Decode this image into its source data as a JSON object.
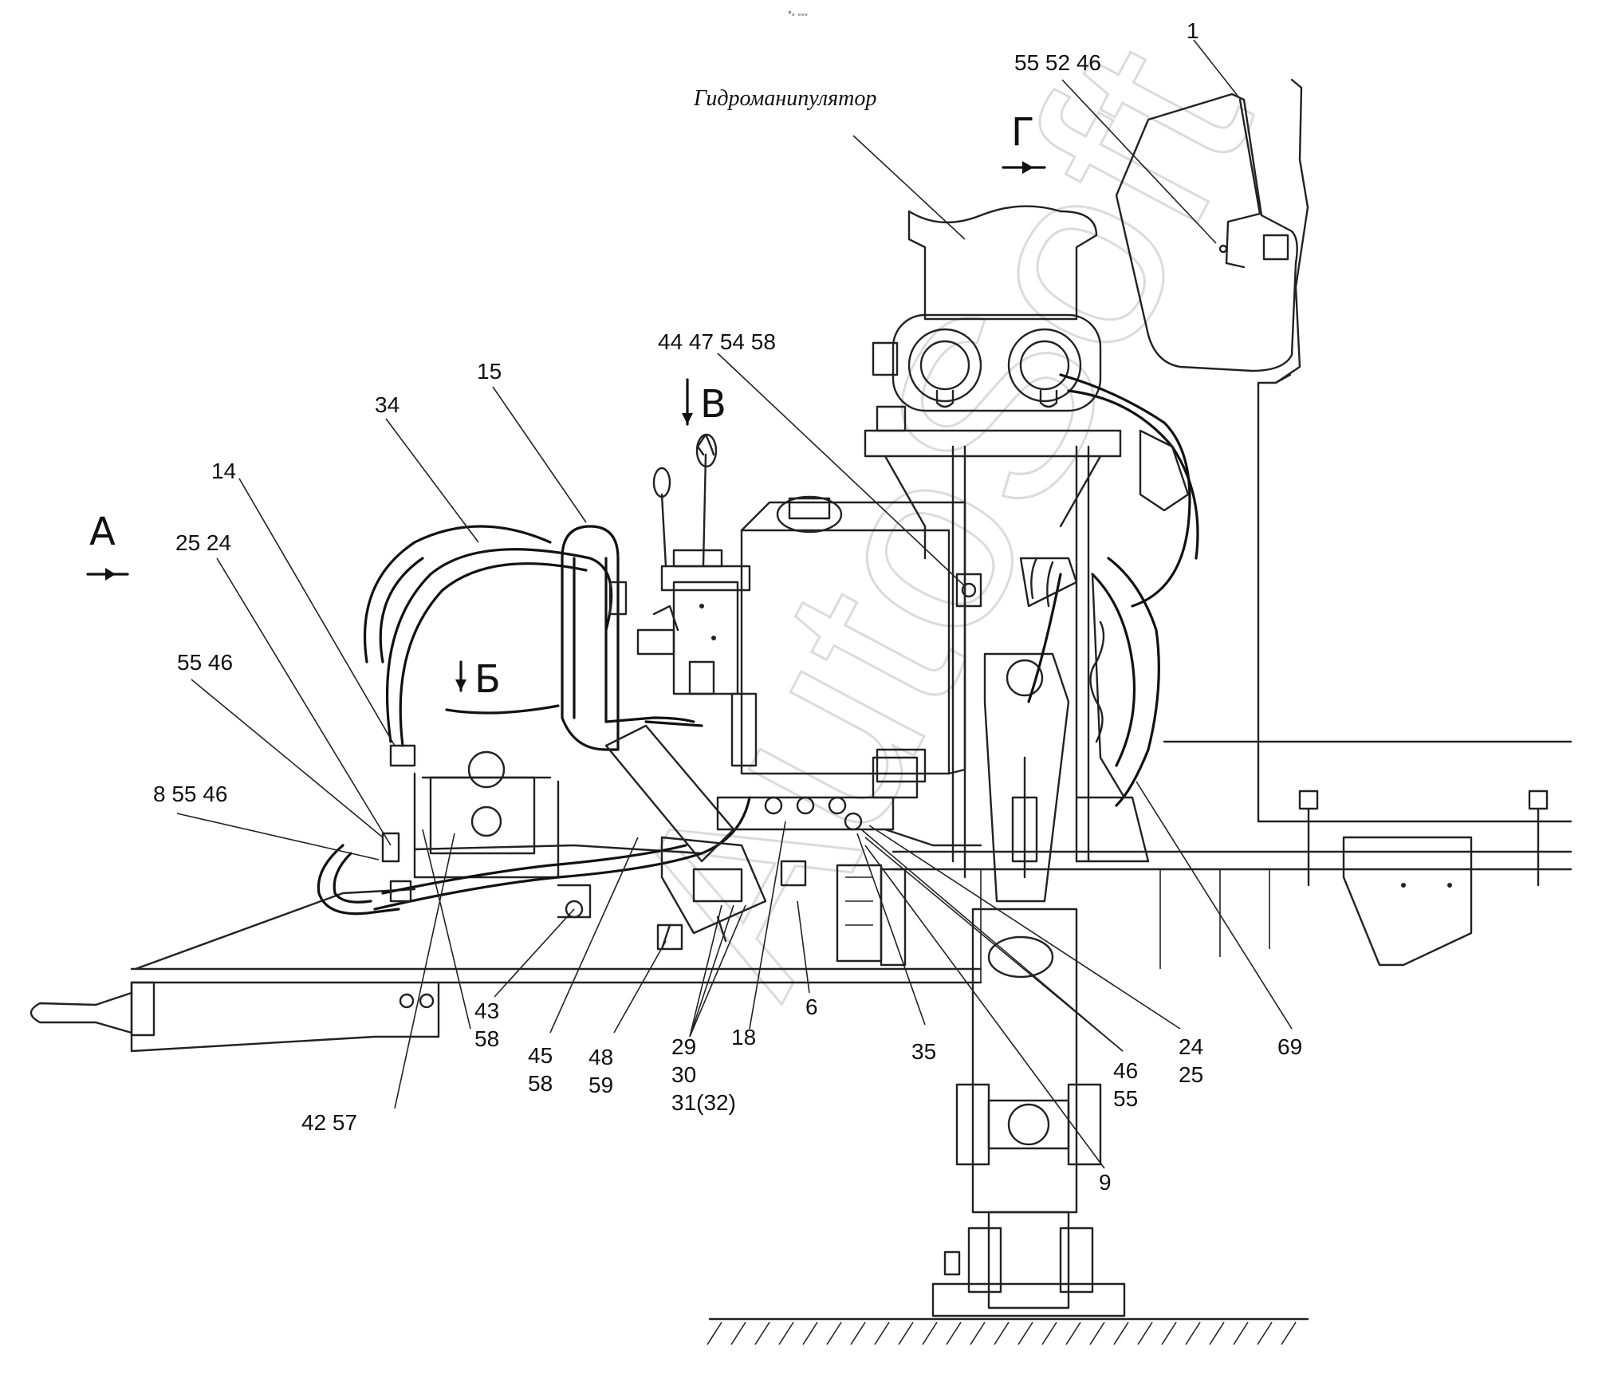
{
  "title": "Гидроманипулятор",
  "views": {
    "a": "А",
    "b": "Б",
    "v": "В",
    "g": "Г"
  },
  "watermark": "AutoSoft",
  "top_mark": "°◦ ◦◦◦",
  "labels": {
    "l1": "1",
    "l55_52_46": "55  52  46",
    "l44_47_54_58": "44 47  54 58",
    "l15": "15",
    "l34": "34",
    "l14": "14",
    "l25_24": "25  24",
    "l55_46": "55  46",
    "l8_55_46": "8  55  46",
    "l43": "43",
    "l58a": "58",
    "l45": "45",
    "l58b": "58",
    "l48": "48",
    "l59": "59",
    "l29": "29",
    "l30": "30",
    "l31_32": "31(32)",
    "l18": "18",
    "l6": "6",
    "l35": "35",
    "l46": "46",
    "l55": "55",
    "l24": "24",
    "l25": "25",
    "l69": "69",
    "l9": "9",
    "l42_57": "42 57"
  }
}
